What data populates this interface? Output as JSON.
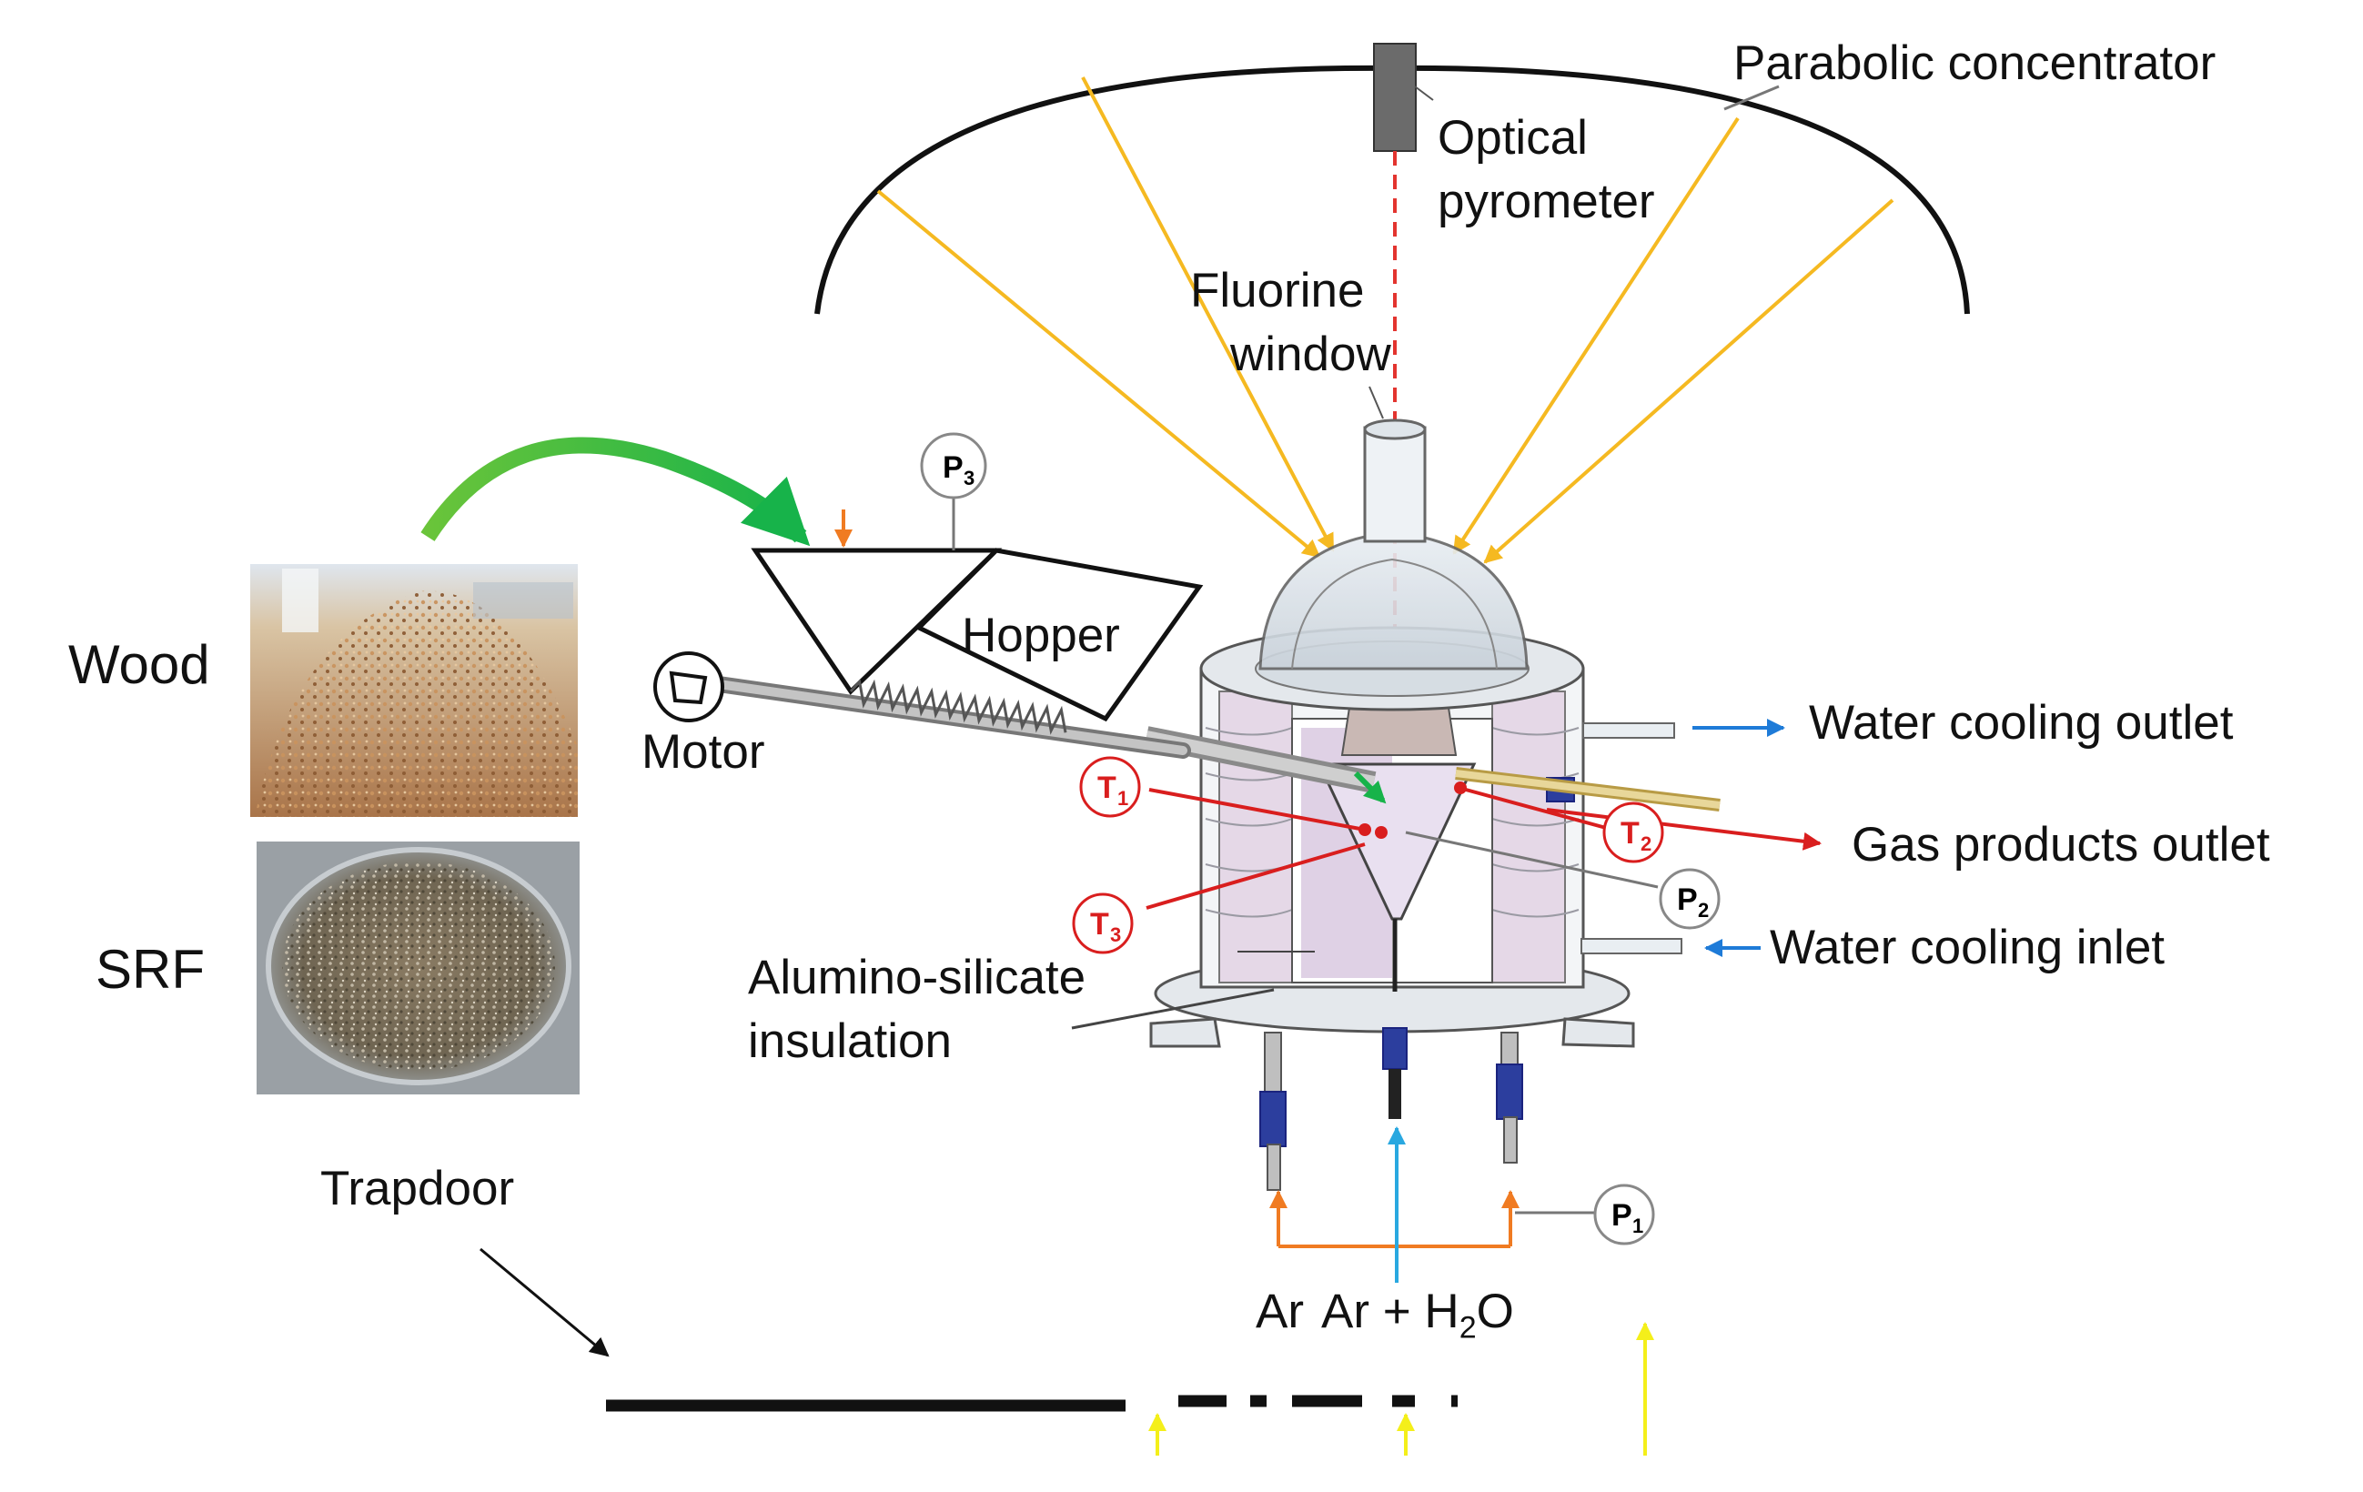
{
  "labels": {
    "parabolic_concentrator": "Parabolic concentrator",
    "optical_pyrometer_line1": "Optical",
    "optical_pyrometer_line2": "pyrometer",
    "fluorine_window_line1": "Fluorine",
    "fluorine_window_line2": "window",
    "hopper": "Hopper",
    "motor": "Motor",
    "wood": "Wood",
    "srf": "SRF",
    "trapdoor": "Trapdoor",
    "insulation_line1": "Alumino-silicate",
    "insulation_line2": "insulation",
    "water_cooling_outlet": "Water cooling outlet",
    "gas_products_outlet": "Gas products outlet",
    "water_cooling_inlet": "Water cooling inlet",
    "ar_left": "Ar",
    "ar_h2o_prefix": "Ar + H",
    "ar_h2o_sub": "2",
    "ar_h2o_suffix": "O"
  },
  "sensors": {
    "p1": {
      "letter": "P",
      "sub": "1"
    },
    "p2": {
      "letter": "P",
      "sub": "2"
    },
    "p3": {
      "letter": "P",
      "sub": "3"
    },
    "t1": {
      "letter": "T",
      "sub": "1"
    },
    "t2": {
      "letter": "T",
      "sub": "2"
    },
    "t3": {
      "letter": "T",
      "sub": "3"
    }
  },
  "colors": {
    "sun_rays": "#f5b921",
    "pyrometer_beam": "#e3342f",
    "thermocouple": "#d91e1e",
    "water": "#1e7bd8",
    "steam_feed": "#29a8e0",
    "argon_feed": "#f07b22",
    "feed_arrow": "#3bbf2c",
    "trapdoor_arrows": "#f4ef1a"
  },
  "icons": {
    "motor": "motor-icon",
    "wood_sample": "wood-photo",
    "srf_sample": "srf-photo"
  }
}
